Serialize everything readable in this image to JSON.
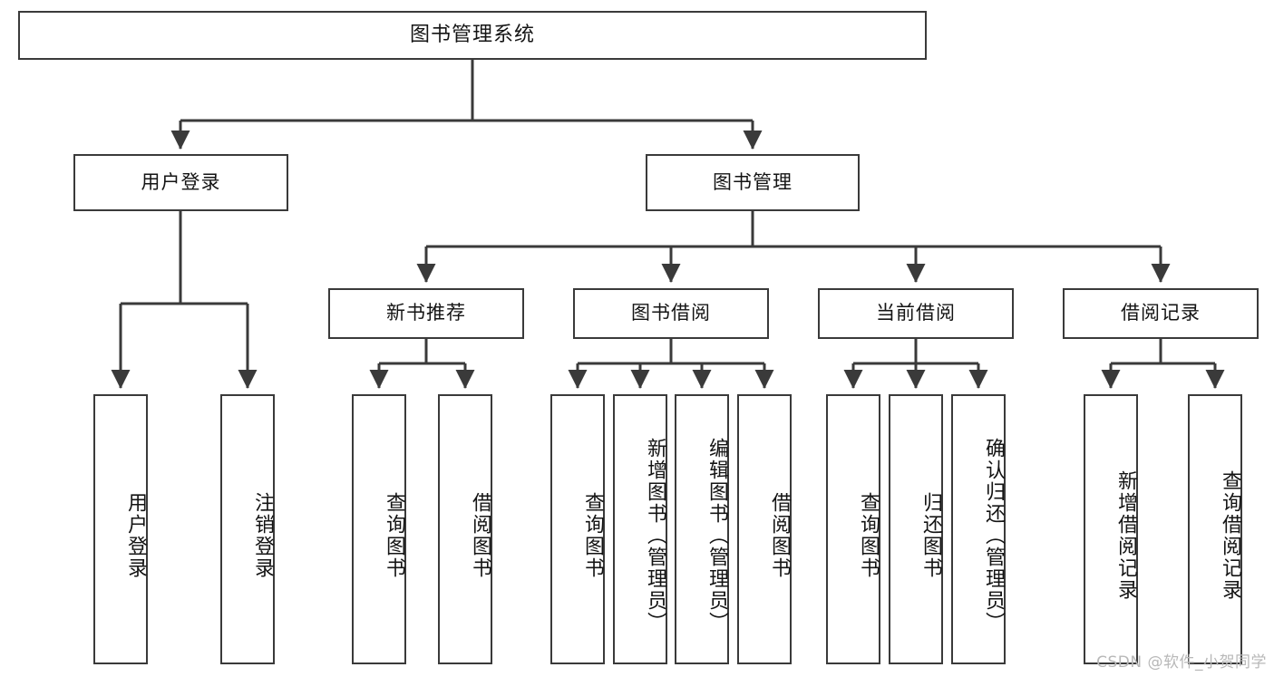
{
  "diagram": {
    "title": "图书管理系统",
    "type": "tree-functional-structure",
    "stroke_color": "#3a3a3a",
    "text_color": "#141414",
    "background_color": "#ffffff"
  },
  "root": {
    "label": "图书管理系统"
  },
  "level1": [
    {
      "label": "用户登录"
    },
    {
      "label": "图书管理"
    }
  ],
  "level2": [
    {
      "label": "新书推荐"
    },
    {
      "label": "图书借阅"
    },
    {
      "label": "当前借阅"
    },
    {
      "label": "借阅记录"
    }
  ],
  "leaves": {
    "user_login": [
      {
        "label": "用户登录"
      },
      {
        "label": "注销登录"
      }
    ],
    "new_book_recommend": [
      {
        "label": "查询图书"
      },
      {
        "label": "借阅图书"
      }
    ],
    "book_borrow": [
      {
        "label": "查询图书"
      },
      {
        "label": "新增图书（管理员）"
      },
      {
        "label": "编辑图书（管理员）"
      },
      {
        "label": "借阅图书"
      }
    ],
    "current_borrow": [
      {
        "label": "查询图书"
      },
      {
        "label": "归还图书"
      },
      {
        "label": "确认归还（管理员）"
      }
    ],
    "borrow_record": [
      {
        "label": "新增借阅记录"
      },
      {
        "label": "查询借阅记录"
      }
    ]
  },
  "watermark": {
    "text": "CSDN @软件_小贺同学"
  }
}
